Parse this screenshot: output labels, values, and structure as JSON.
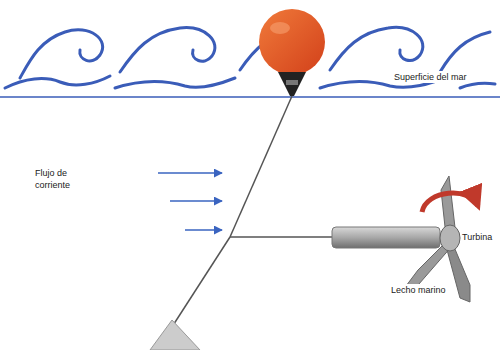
{
  "diagram": {
    "labels": [
      "Superficie del mar",
      "Flujo de corriente",
      "Turbina",
      "Lecho marino"
    ]
  }
}
